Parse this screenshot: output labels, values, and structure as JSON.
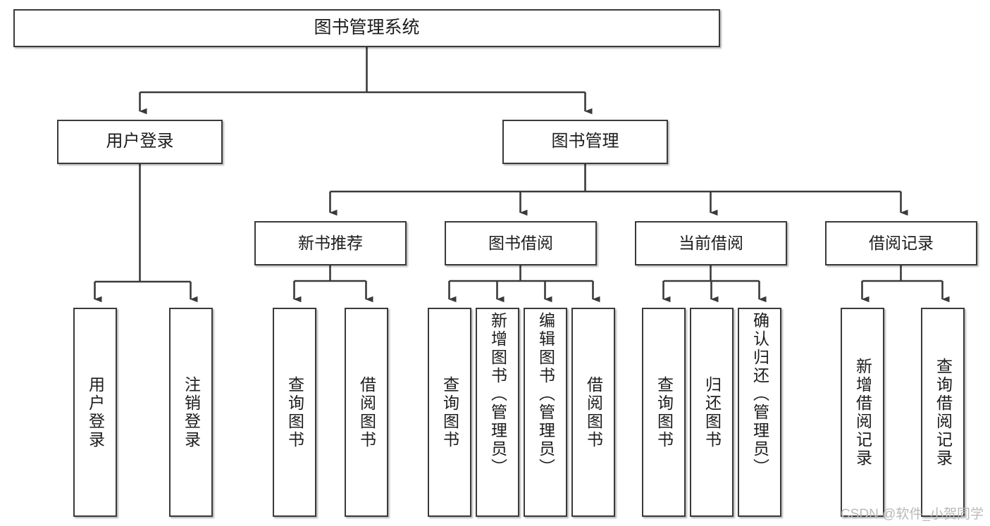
{
  "diagram": {
    "title_text": "图书管理系统",
    "type": "hierarchy-tree",
    "orientation": "top-down",
    "line_color": "#3a3a3a",
    "box_border_color": "#3a3a3a",
    "box_fill_color": "#ffffff",
    "text_color": "#1c1c1c",
    "background_color": "#ffffff"
  },
  "nodes": {
    "root": {
      "label": "图书管理系统",
      "level": 1
    },
    "level2": [
      {
        "id": "user-login",
        "label": "用户登录"
      },
      {
        "id": "book-management",
        "label": "图书管理"
      }
    ],
    "level3": [
      {
        "id": "new-book-recommend",
        "label": "新书推荐",
        "parent": "book-management"
      },
      {
        "id": "book-borrow",
        "label": "图书借阅",
        "parent": "book-management"
      },
      {
        "id": "current-borrow",
        "label": "当前借阅",
        "parent": "book-management"
      },
      {
        "id": "borrow-record",
        "label": "借阅记录",
        "parent": "book-management"
      }
    ],
    "leaves": [
      {
        "id": "leaf-user-login",
        "label": "用户登录",
        "parent": "user-login"
      },
      {
        "id": "leaf-logout-login",
        "label": "注销登录",
        "parent": "user-login"
      },
      {
        "id": "leaf-query-book-1",
        "label": "查询图书",
        "parent": "new-book-recommend"
      },
      {
        "id": "leaf-borrow-book-1",
        "label": "借阅图书",
        "parent": "new-book-recommend"
      },
      {
        "id": "leaf-query-book-2",
        "label": "查询图书",
        "parent": "book-borrow"
      },
      {
        "id": "leaf-add-book",
        "label": "新增图书（管理员）",
        "parent": "book-borrow"
      },
      {
        "id": "leaf-edit-book",
        "label": "编辑图书（管理员）",
        "parent": "book-borrow"
      },
      {
        "id": "leaf-borrow-book-2",
        "label": "借阅图书",
        "parent": "book-borrow"
      },
      {
        "id": "leaf-query-book-3",
        "label": "查询图书",
        "parent": "current-borrow"
      },
      {
        "id": "leaf-return-book",
        "label": "归还图书",
        "parent": "current-borrow"
      },
      {
        "id": "leaf-confirm-return",
        "label": "确认归还（管理员）",
        "parent": "current-borrow"
      },
      {
        "id": "leaf-add-record",
        "label": "新增借阅记录",
        "parent": "borrow-record"
      },
      {
        "id": "leaf-query-record",
        "label": "查询借阅记录",
        "parent": "borrow-record"
      }
    ]
  },
  "watermark": {
    "text": "CSDN @软件_小贺同学"
  }
}
